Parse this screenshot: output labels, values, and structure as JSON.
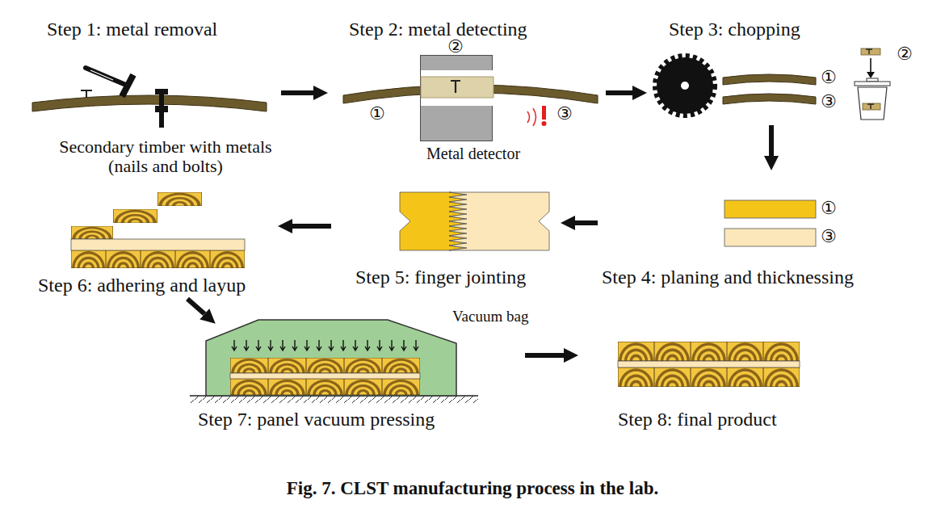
{
  "diagram": {
    "caption": "Fig. 7. CLST manufacturing process in the lab.",
    "nodes": [
      {
        "text": [
          "Step 1: metal removal"
        ]
      },
      {
        "text": [
          "Step 2: metal detecting"
        ]
      },
      {
        "text": [
          "Metal detector"
        ],
        "in": 1
      },
      {
        "text": [
          "Step 3: chopping"
        ]
      },
      {
        "text": [
          "Step 4: planing and thicknessing"
        ]
      },
      {
        "text": [
          "Step 5: finger jointing"
        ]
      },
      {
        "text": [
          "Step 6: adhering and layup"
        ]
      },
      {
        "text": [
          "Step 7: panel vacuum pressing"
        ]
      },
      {
        "text": [
          "Vacuum bag"
        ],
        "in": 7
      },
      {
        "text": [
          "Step 8: final product"
        ]
      }
    ],
    "edges": [
      {
        "from": 0,
        "to": 1,
        "arrow": "to"
      },
      {
        "from": 1,
        "to": 3,
        "arrow": "to"
      },
      {
        "from": 3,
        "to": 4,
        "arrow": "to"
      },
      {
        "from": 4,
        "to": 5,
        "arrow": "to"
      },
      {
        "from": 5,
        "to": 6,
        "arrow": "to"
      },
      {
        "from": 6,
        "to": 7,
        "arrow": "to"
      },
      {
        "from": 7,
        "to": 9,
        "arrow": "to"
      }
    ],
    "labels": [
      "Secondary timber with metals (nails and bolts)",
      "①",
      "②",
      "③",
      "①",
      "②",
      "③",
      "①",
      "③"
    ]
  }
}
